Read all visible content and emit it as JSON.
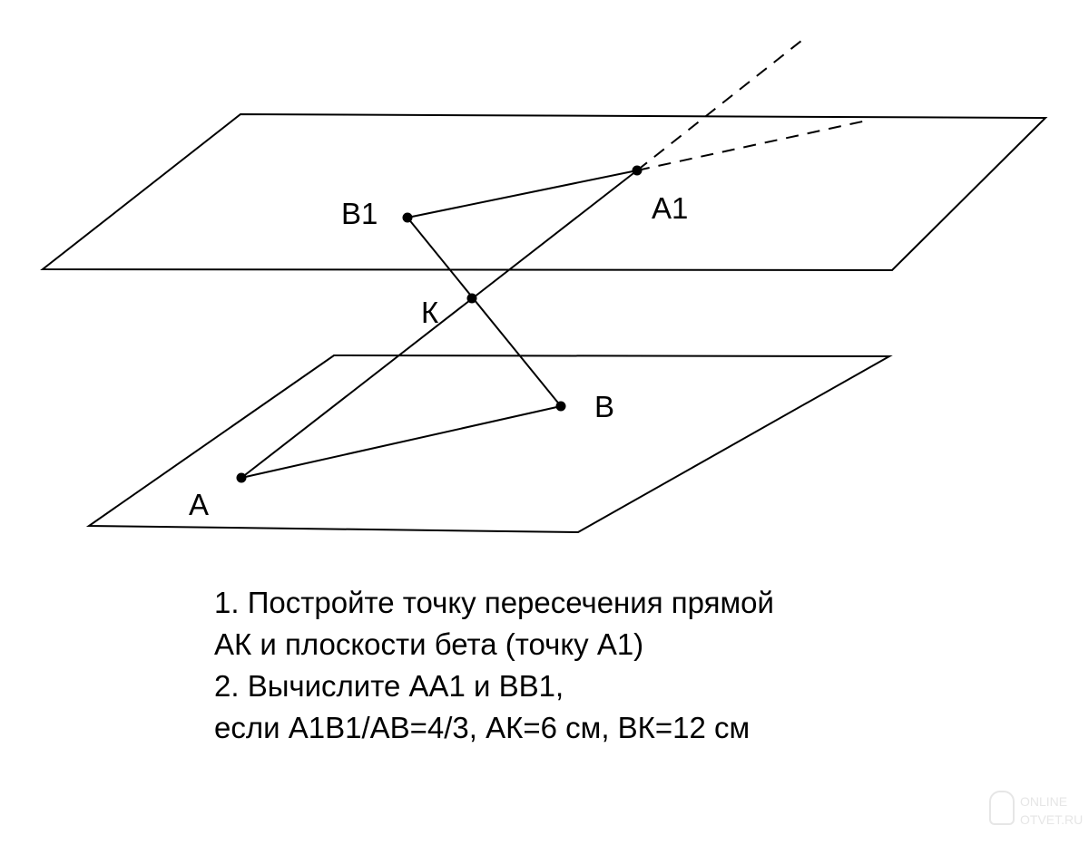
{
  "diagram": {
    "points": {
      "A": "A",
      "B": "B",
      "K": "К",
      "A1": "A1",
      "B1": "B1"
    }
  },
  "task": {
    "lines": [
      "1. Постройте точку пересечения прямой",
      "АК и плоскости бета (точку А1)",
      "2. Вычислите АА1 и ВВ1,",
      "если А1В1/АВ=4/3, АК=6 см, ВК=12 см"
    ]
  },
  "watermark": {
    "line1": "ONLINE",
    "line2": "OTVET.RU"
  }
}
